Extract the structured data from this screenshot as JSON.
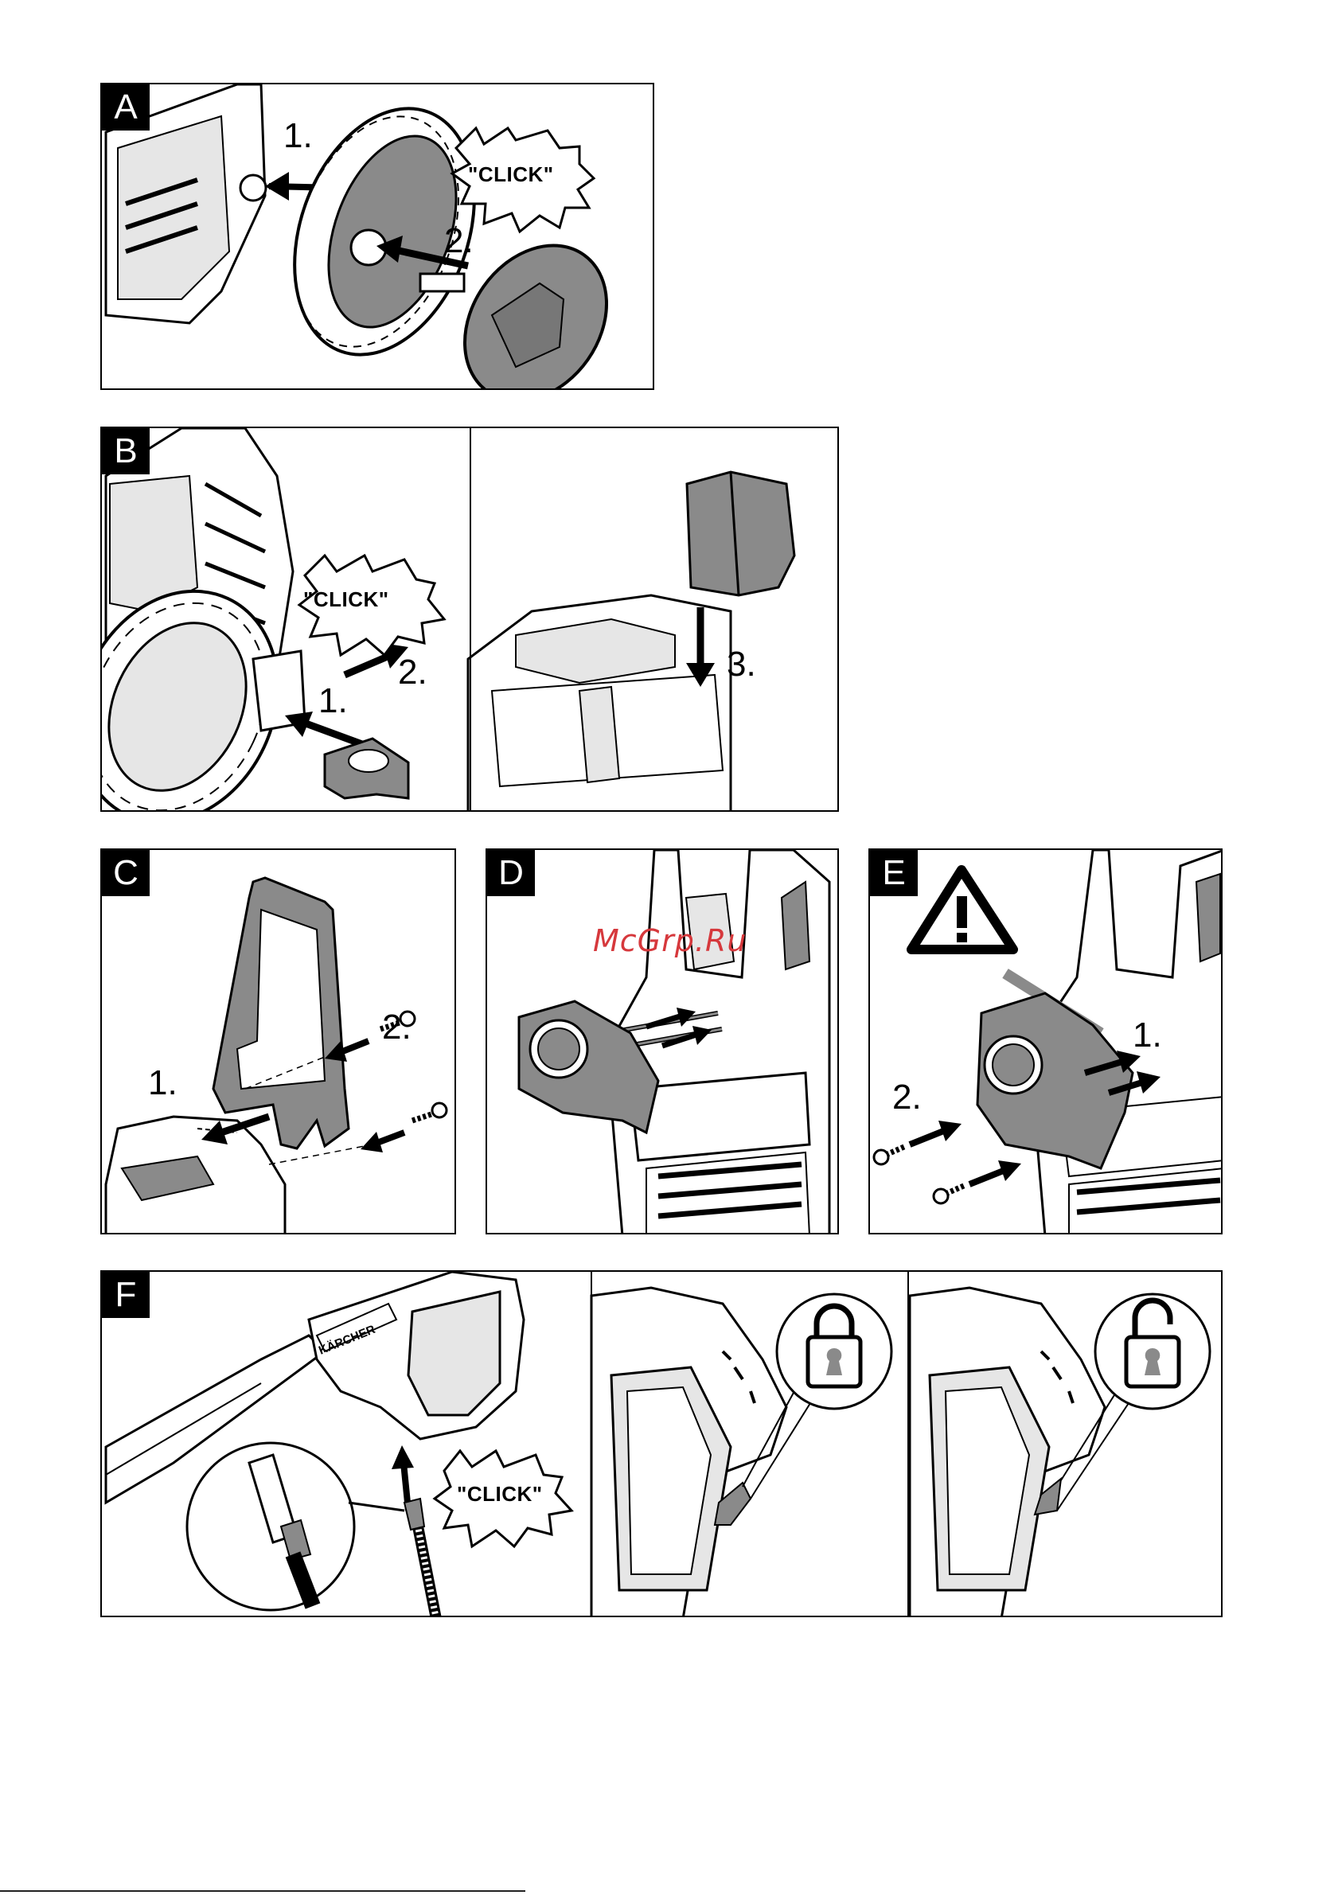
{
  "panels": {
    "a": {
      "tag": "A",
      "step1": "1.",
      "step2": "2.",
      "click": "\"CLICK\""
    },
    "b": {
      "tag": "B",
      "step1": "1.",
      "step2": "2.",
      "step3": "3.",
      "click": "\"CLICK\""
    },
    "c": {
      "tag": "C",
      "step1": "1.",
      "step2": "2."
    },
    "d": {
      "tag": "D"
    },
    "e": {
      "tag": "E",
      "step1": "1.",
      "step2": "2.",
      "warning_symbol": "!"
    },
    "f": {
      "tag": "F",
      "click": "\"CLICK\"",
      "brand_mark": "KÄRCHER"
    }
  },
  "watermark": "McGrp.Ru",
  "icons": [
    "wheel-icon",
    "hub-cap-icon",
    "arrow-icon",
    "click-burst-icon",
    "warning-triangle-icon",
    "lock-closed-icon",
    "lock-open-icon",
    "screw-icon"
  ],
  "colors": {
    "line": "#000000",
    "fill_gray": "#8a8a8a",
    "watermark": "#d6383c"
  }
}
